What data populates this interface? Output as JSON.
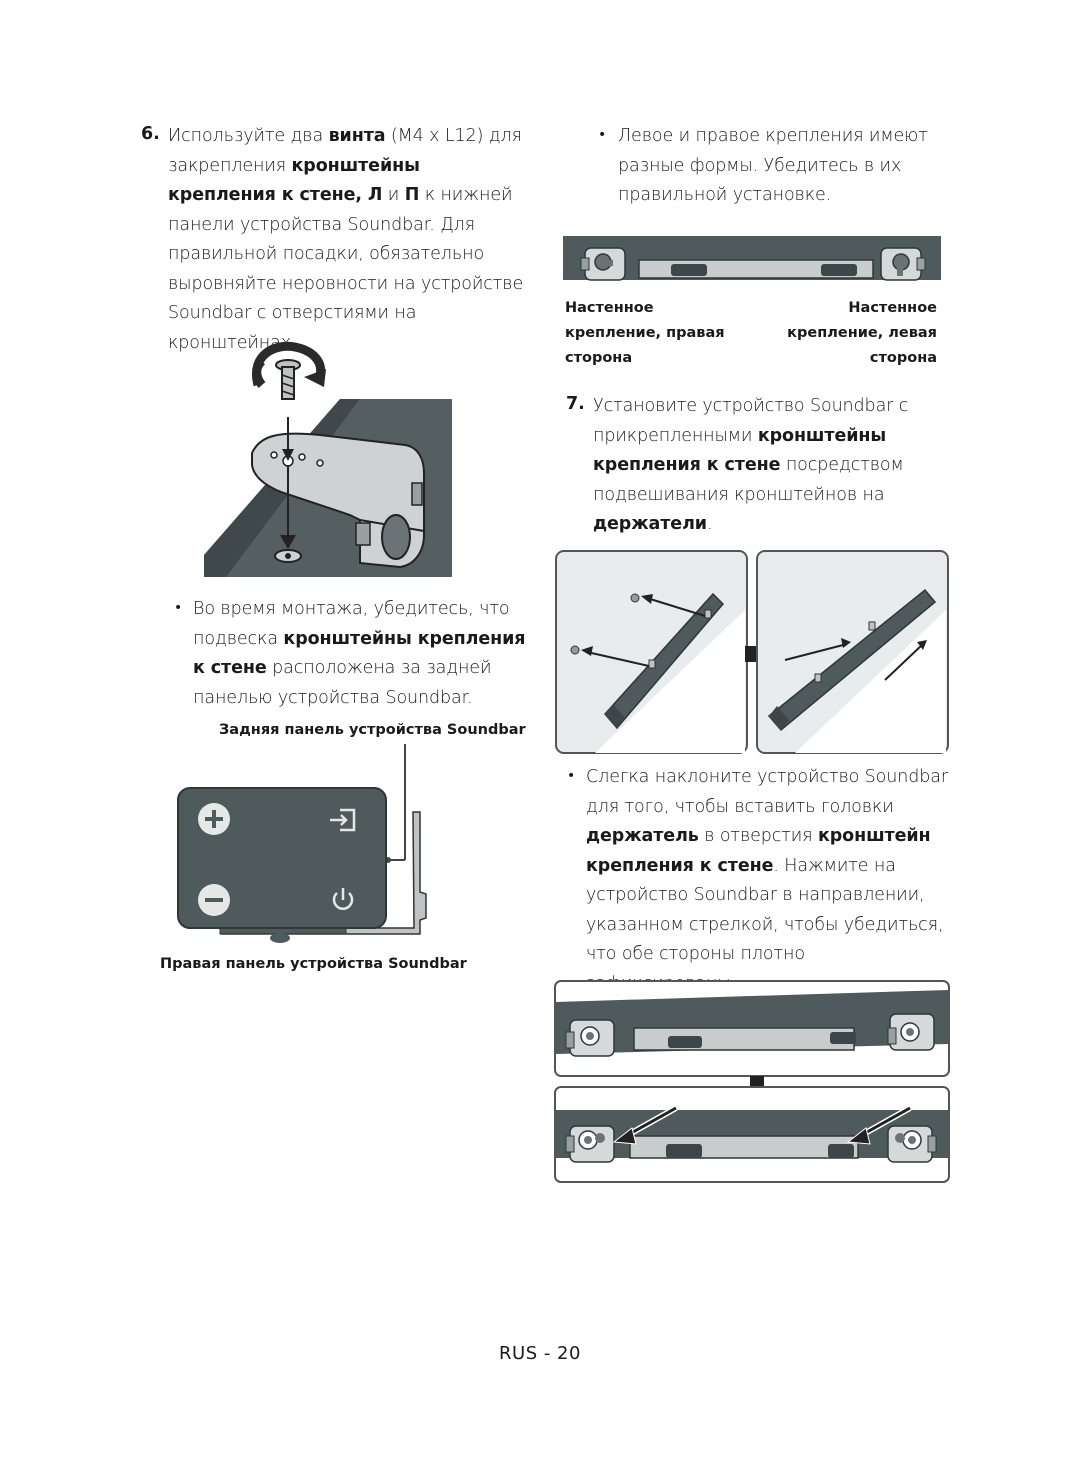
{
  "step6": {
    "number": "6.",
    "p1": "Используйте два ",
    "b1": "винта",
    "p2": " (M4 x L12) для закрепления ",
    "b2": "кронштейны крепления к стене, Л",
    "p3": " и ",
    "b3": "П",
    "p4": " к нижней панели устройства Soundbar. Для правильной посадки, обязательно выровняйте неровности на устройстве Soundbar с отверстиями на кронштейнах."
  },
  "bullet_mount": {
    "p1": "Во время монтажа, убедитесь, что подвеска ",
    "b1": "кронштейны крепления к стене",
    "p2": " расположена за задней панелью устройства Soundbar."
  },
  "captions": {
    "rear_panel": "Задняя панель устройства Soundbar",
    "right_panel": "Правая панель устройства Soundbar"
  },
  "bullet_shapes": {
    "text": "Левое и правое крепления имеют разные формы. Убедитесь в их правильной установке."
  },
  "bracket_labels": {
    "right_l1": "Настенное",
    "right_l2": "крепление, правая",
    "right_l3": "сторона",
    "left_l1": "Настенное",
    "left_l2": "крепление, левая",
    "left_l3": "сторона"
  },
  "step7": {
    "number": "7.",
    "p1": "Установите устройство Soundbar с прикрепленными ",
    "b1": "кронштейны крепления к стене",
    "p2": " посредством подвешивания кронштейнов на ",
    "b2": "держатели",
    "p3": "."
  },
  "bullet_tilt": {
    "p1": "Слегка наклоните устройство Soundbar для того, чтобы вставить головки ",
    "b1": "держатель",
    "p2": " в отверстия ",
    "b2": "кронштейн крепления к стене",
    "p3": ". Нажмите на устройство Soundbar в направлении, указанном стрелкой, чтобы убедиться, что обе стороны плотно зафиксированы."
  },
  "bullet_glyph": "•",
  "footer": {
    "page_number": "RUS - 20"
  },
  "colors": {
    "bar": "#4e5a5c",
    "bar_dark": "#3d4749",
    "bracket": "#c9cccd",
    "wall": "#e9ecec",
    "text": "#1a1a1a"
  }
}
